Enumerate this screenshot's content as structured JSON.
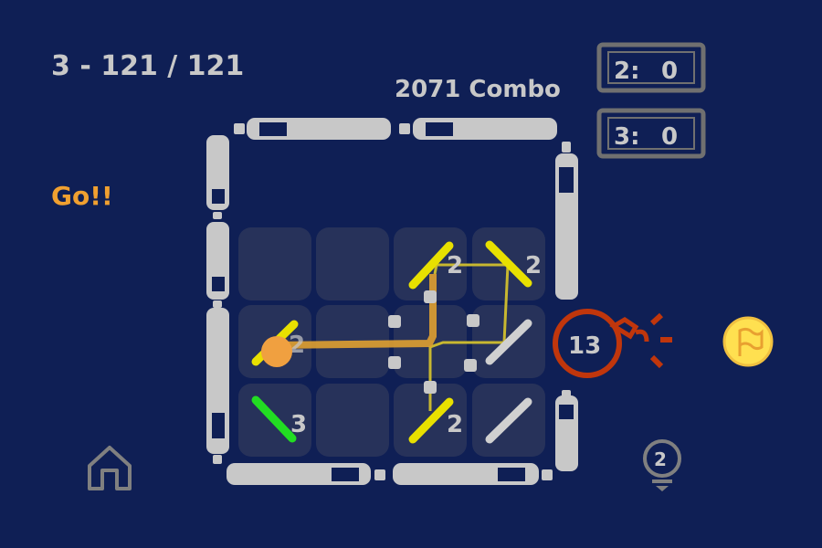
{
  "hud": {
    "level_progress": "3 - 121 / 121",
    "combo": "2071 Combo",
    "status": "Go!!",
    "counters": [
      {
        "label": "2:",
        "value": "0"
      },
      {
        "label": "3:",
        "value": "0"
      }
    ],
    "bomb_count": "13",
    "hint_count": "2"
  },
  "board": {
    "cell_labels": {
      "r0c2": "2",
      "r0c3": "2",
      "r1c0": "2",
      "r2c0": "3",
      "r2c2": "2"
    }
  },
  "colors": {
    "background": "#0f1f55",
    "cell": "#27325a",
    "mirror_yellow": "#e8e000",
    "mirror_green": "#22dd22",
    "mirror_gray": "#d0d0d0",
    "beam": "#e0a030",
    "ball": "#f0a040",
    "bomb": "#c0360c",
    "title_orange": "#f0a030",
    "text_gray": "#c8c8c8",
    "coin": "#ffe050"
  },
  "icons": {
    "home": "home-icon",
    "hint": "lightbulb-icon",
    "bomb": "bomb-icon",
    "flag": "flag-coin-icon"
  }
}
